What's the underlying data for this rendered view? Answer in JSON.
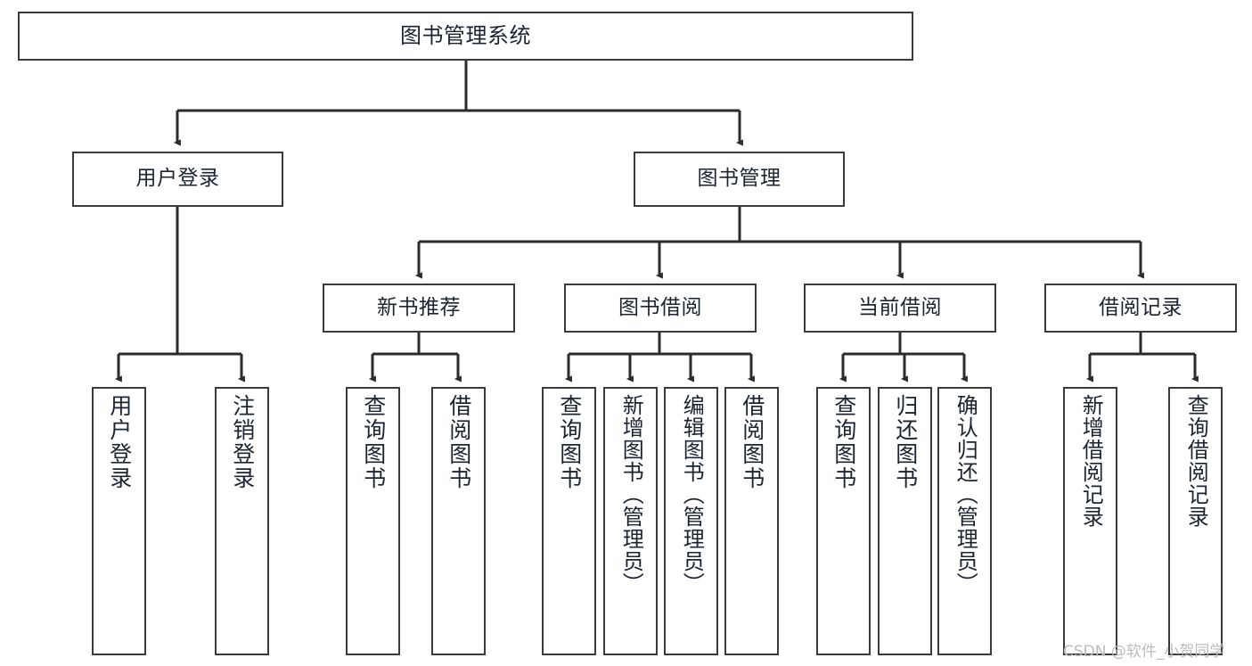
{
  "diagram": {
    "title": "图书管理系统",
    "type": "tree",
    "orientation": "top-down",
    "colors": {
      "box_border": "#3b3b3b",
      "box_fill": "#ffffff",
      "connector": "#2b2b2b",
      "text": "#1b2430",
      "watermark": "#b9bcc2",
      "background": "#ffffff"
    },
    "root": {
      "label": "图书管理系统"
    },
    "level2": [
      {
        "id": "user-login",
        "label": "用户登录"
      },
      {
        "id": "book-management",
        "label": "图书管理"
      }
    ],
    "level3": [
      {
        "id": "new-book-recommend",
        "label": "新书推荐",
        "parent": "book-management"
      },
      {
        "id": "book-borrow",
        "label": "图书借阅",
        "parent": "book-management"
      },
      {
        "id": "current-borrow",
        "label": "当前借阅",
        "parent": "book-management"
      },
      {
        "id": "borrow-record",
        "label": "借阅记录",
        "parent": "book-management"
      }
    ],
    "leaves": [
      {
        "id": "leaf-user-login",
        "label": "用户登录",
        "parent": "user-login"
      },
      {
        "id": "leaf-logout-login",
        "label": "注销登录",
        "parent": "user-login"
      },
      {
        "id": "leaf-query-book-1",
        "label": "查询图书",
        "parent": "new-book-recommend"
      },
      {
        "id": "leaf-borrow-book-1",
        "label": "借阅图书",
        "parent": "new-book-recommend"
      },
      {
        "id": "leaf-query-book-2",
        "label": "查询图书",
        "parent": "book-borrow"
      },
      {
        "id": "leaf-add-book",
        "label": "新增图书（管理员）",
        "parent": "book-borrow"
      },
      {
        "id": "leaf-edit-book",
        "label": "编辑图书（管理员）",
        "parent": "book-borrow"
      },
      {
        "id": "leaf-borrow-book-2",
        "label": "借阅图书",
        "parent": "book-borrow"
      },
      {
        "id": "leaf-query-book-3",
        "label": "查询图书",
        "parent": "current-borrow"
      },
      {
        "id": "leaf-return-book",
        "label": "归还图书",
        "parent": "current-borrow"
      },
      {
        "id": "leaf-confirm-return",
        "label": "确认归还（管理员）",
        "parent": "current-borrow"
      },
      {
        "id": "leaf-add-record",
        "label": "新增借阅记录",
        "parent": "borrow-record"
      },
      {
        "id": "leaf-query-record",
        "label": "查询借阅记录",
        "parent": "borrow-record"
      }
    ],
    "watermark": "CSDN @软件_小贺同学"
  }
}
